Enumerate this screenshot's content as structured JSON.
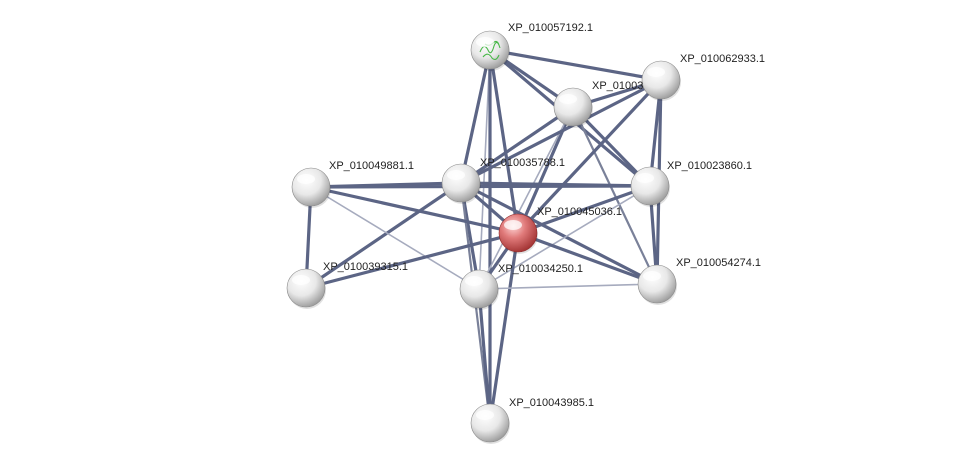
{
  "network": {
    "nodes": [
      {
        "id": "n_57192",
        "label": "XP_010057192.1",
        "kind": "structure-thumbnail",
        "color": "#e0e0e0"
      },
      {
        "id": "n_62933",
        "label": "XP_010062933.1",
        "kind": "plain",
        "color": "#e0e0e0"
      },
      {
        "id": "n_03",
        "label": "XP_01003",
        "kind": "plain",
        "color": "#e0e0e0"
      },
      {
        "id": "n_35788",
        "label": "XP_010035788.1",
        "kind": "plain",
        "color": "#e0e0e0"
      },
      {
        "id": "n_49881",
        "label": "XP_010049881.1",
        "kind": "plain",
        "color": "#e0e0e0"
      },
      {
        "id": "n_23860",
        "label": "XP_010023860.1",
        "kind": "plain",
        "color": "#e0e0e0"
      },
      {
        "id": "n_45036",
        "label": "XP_010045036.1",
        "kind": "query",
        "color": "#d9534f"
      },
      {
        "id": "n_39315",
        "label": "XP_010039315.1",
        "kind": "plain",
        "color": "#e0e0e0"
      },
      {
        "id": "n_34250",
        "label": "XP_010034250.1",
        "kind": "plain",
        "color": "#e0e0e0"
      },
      {
        "id": "n_54274",
        "label": "XP_010054274.1",
        "kind": "plain",
        "color": "#e0e0e0"
      },
      {
        "id": "n_43985",
        "label": "XP_010043985.1",
        "kind": "plain",
        "color": "#e0e0e0"
      }
    ],
    "edges": [
      {
        "source": "n_57192",
        "target": "n_03",
        "strength": "strong"
      },
      {
        "source": "n_57192",
        "target": "n_62933",
        "strength": "strong"
      },
      {
        "source": "n_57192",
        "target": "n_35788",
        "strength": "strong"
      },
      {
        "source": "n_57192",
        "target": "n_45036",
        "strength": "strong"
      },
      {
        "source": "n_57192",
        "target": "n_34250",
        "strength": "light"
      },
      {
        "source": "n_57192",
        "target": "n_23860",
        "strength": "strong"
      },
      {
        "source": "n_57192",
        "target": "n_43985",
        "strength": "strong"
      },
      {
        "source": "n_03",
        "target": "n_62933",
        "strength": "strong"
      },
      {
        "source": "n_03",
        "target": "n_35788",
        "strength": "strong"
      },
      {
        "source": "n_03",
        "target": "n_23860",
        "strength": "strong"
      },
      {
        "source": "n_03",
        "target": "n_45036",
        "strength": "strong"
      },
      {
        "source": "n_03",
        "target": "n_34250",
        "strength": "light"
      },
      {
        "source": "n_03",
        "target": "n_54274",
        "strength": "medium"
      },
      {
        "source": "n_62933",
        "target": "n_35788",
        "strength": "strong"
      },
      {
        "source": "n_62933",
        "target": "n_23860",
        "strength": "strong"
      },
      {
        "source": "n_62933",
        "target": "n_45036",
        "strength": "strong"
      },
      {
        "source": "n_62933",
        "target": "n_54274",
        "strength": "strong"
      },
      {
        "source": "n_35788",
        "target": "n_49881",
        "strength": "strong"
      },
      {
        "source": "n_35788",
        "target": "n_23860",
        "strength": "strong"
      },
      {
        "source": "n_35788",
        "target": "n_45036",
        "strength": "strong"
      },
      {
        "source": "n_35788",
        "target": "n_39315",
        "strength": "strong"
      },
      {
        "source": "n_35788",
        "target": "n_34250",
        "strength": "strong"
      },
      {
        "source": "n_35788",
        "target": "n_54274",
        "strength": "strong"
      },
      {
        "source": "n_35788",
        "target": "n_43985",
        "strength": "medium"
      },
      {
        "source": "n_49881",
        "target": "n_23860",
        "strength": "strong"
      },
      {
        "source": "n_49881",
        "target": "n_45036",
        "strength": "strong"
      },
      {
        "source": "n_49881",
        "target": "n_39315",
        "strength": "strong"
      },
      {
        "source": "n_49881",
        "target": "n_34250",
        "strength": "light"
      },
      {
        "source": "n_23860",
        "target": "n_45036",
        "strength": "strong"
      },
      {
        "source": "n_23860",
        "target": "n_54274",
        "strength": "strong"
      },
      {
        "source": "n_23860",
        "target": "n_34250",
        "strength": "light"
      },
      {
        "source": "n_45036",
        "target": "n_39315",
        "strength": "strong"
      },
      {
        "source": "n_45036",
        "target": "n_34250",
        "strength": "strong"
      },
      {
        "source": "n_45036",
        "target": "n_54274",
        "strength": "strong"
      },
      {
        "source": "n_45036",
        "target": "n_43985",
        "strength": "strong"
      },
      {
        "source": "n_34250",
        "target": "n_54274",
        "strength": "light"
      },
      {
        "source": "n_34250",
        "target": "n_43985",
        "strength": "strong"
      }
    ],
    "edge_colors": {
      "strong": "#5c6585",
      "medium": "#7a8199",
      "light": "#a6abbe"
    }
  }
}
